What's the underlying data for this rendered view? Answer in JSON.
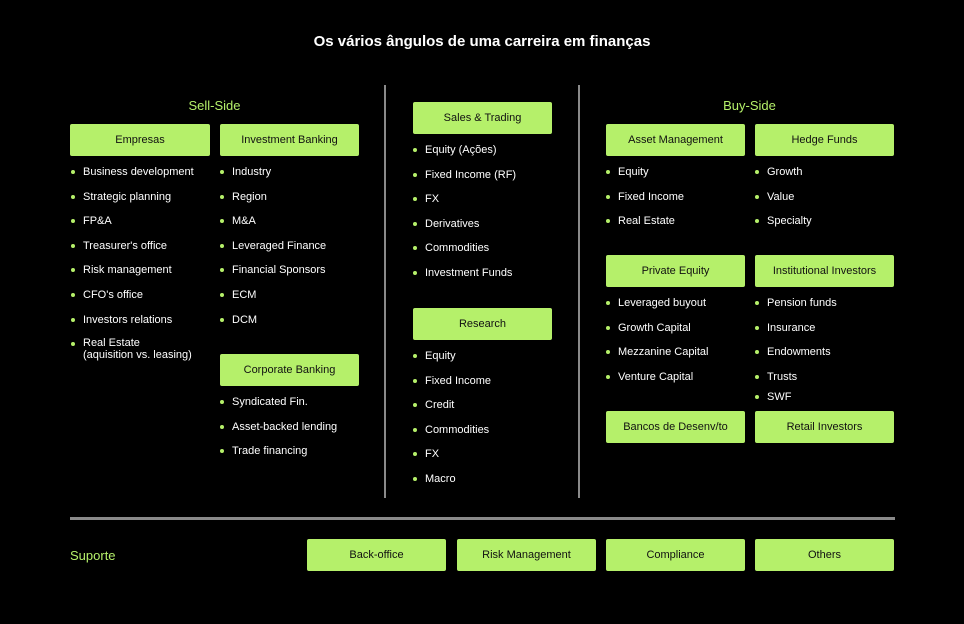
{
  "title": "Os vários ângulos de uma carreira em finanças",
  "colors": {
    "background": "#000000",
    "accent": "#b5f06a",
    "divider": "#8a8a8a"
  },
  "sell_side": {
    "label": "Sell-Side",
    "empresas": {
      "label": "Empresas",
      "items": [
        "Business development",
        "Strategic planning",
        "FP&A",
        "Treasurer's office",
        "Risk management",
        "CFO's office",
        "Investors relations"
      ],
      "last_item_line1": "Real Estate",
      "last_item_line2": "(aquisition vs. leasing)"
    },
    "investment_banking": {
      "label": "Investment Banking",
      "items": [
        "Industry",
        "Region",
        "M&A",
        "Leveraged Finance",
        "Financial Sponsors",
        "ECM",
        "DCM"
      ]
    },
    "corporate_banking": {
      "label": "Corporate Banking",
      "items": [
        "Syndicated Fin.",
        "Asset-backed lending",
        "Trade financing"
      ]
    }
  },
  "middle": {
    "sales_trading": {
      "label": "Sales & Trading",
      "items": [
        "Equity (Ações)",
        "Fixed Income (RF)",
        "FX",
        "Derivatives",
        "Commodities",
        "Investment Funds"
      ]
    },
    "research": {
      "label": "Research",
      "items": [
        "Equity",
        "Fixed Income",
        "Credit",
        "Commodities",
        "FX",
        "Macro"
      ]
    }
  },
  "buy_side": {
    "label": "Buy-Side",
    "asset_management": {
      "label": "Asset Management",
      "items": [
        "Equity",
        "Fixed Income",
        "Real Estate"
      ]
    },
    "hedge_funds": {
      "label": "Hedge Funds",
      "items": [
        "Growth",
        "Value",
        "Specialty"
      ]
    },
    "private_equity": {
      "label": "Private Equity",
      "items": [
        "Leveraged buyout",
        "Growth Capital",
        "Mezzanine Capital",
        "Venture Capital"
      ]
    },
    "institutional_investors": {
      "label": "Institutional Investors",
      "items": [
        "Pension funds",
        "Insurance",
        "Endowments",
        "Trusts",
        "SWF"
      ]
    },
    "bancos_desenv": {
      "label": "Bancos de Desenv/to"
    },
    "retail_investors": {
      "label": "Retail Investors"
    }
  },
  "suporte": {
    "label": "Suporte",
    "boxes": [
      "Back-office",
      "Risk Management",
      "Compliance",
      "Others"
    ]
  }
}
